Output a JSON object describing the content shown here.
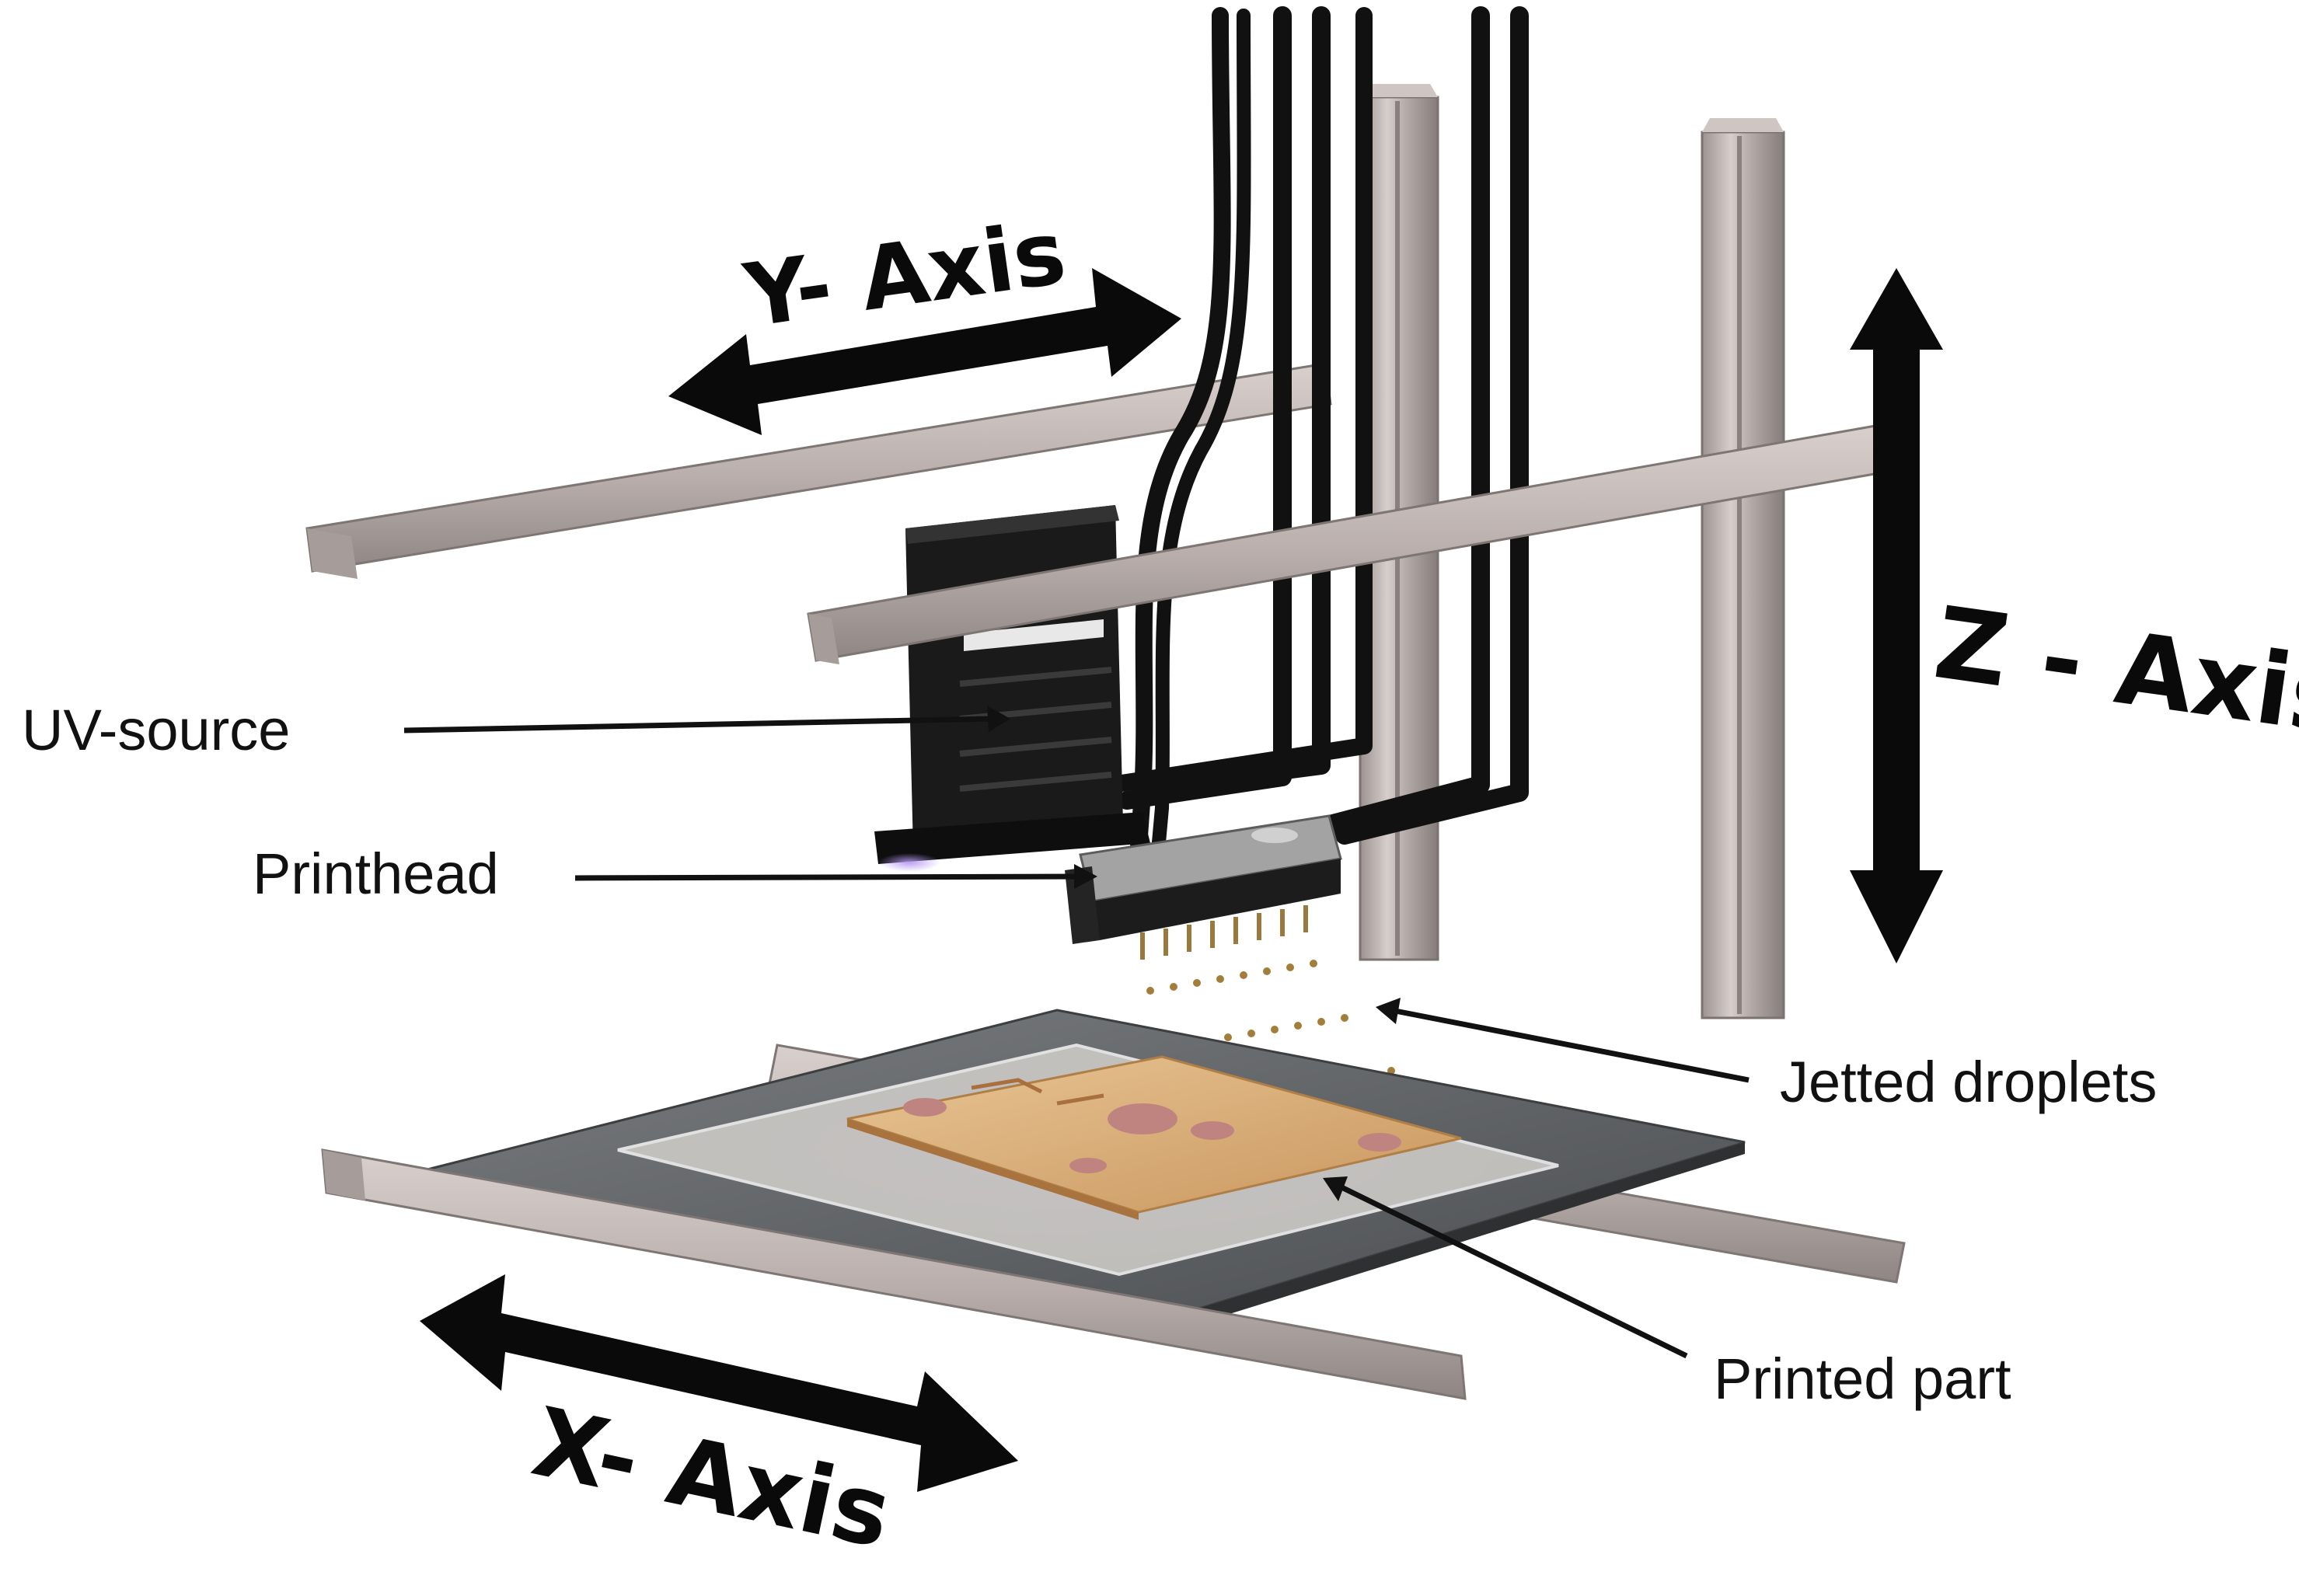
{
  "labels": {
    "y_axis": "Y- Axis",
    "z_axis": "Z - Axis",
    "x_axis": "X- Axis",
    "uv_source": "UV-source",
    "printhead": "Printhead",
    "jetted_droplets": "Jetted droplets",
    "printed_part": "Printed part"
  },
  "colors": {
    "rail": "#b9aeab",
    "rail_dark": "#8f8684",
    "cable": "#111111",
    "plate": "#5f6264",
    "build_glass": "#c9c7c2",
    "part": "#d8ae78",
    "uv_glow": "#a487e6",
    "arrow": "#0a0a0a"
  }
}
